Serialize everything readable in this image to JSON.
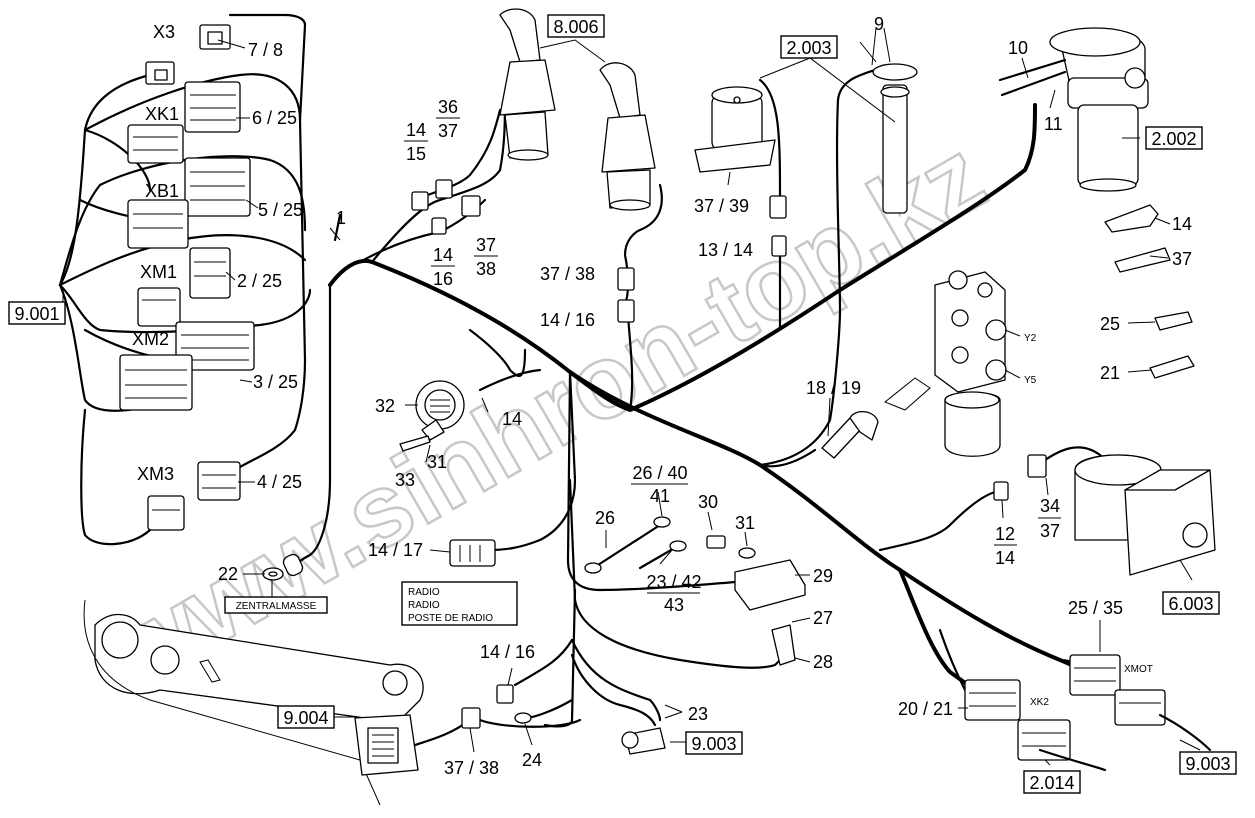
{
  "watermark": "www.sinhron-top.kz",
  "ref_boxes": {
    "r_9001": "9.001",
    "r_8006": "8.006",
    "r_2003": "2.003",
    "r_2002": "2.002",
    "r_6003": "6.003",
    "r_9004": "9.004",
    "r_9003a": "9.003",
    "r_9003b": "9.003",
    "r_2014": "2.014"
  },
  "labels": {
    "x3": "X3",
    "l78": "7 / 8",
    "xk1": "XK1",
    "l625": "6 / 25",
    "xb1": "XB1",
    "l525": "5 / 25",
    "xm1": "XM1",
    "l225": "2 / 25",
    "xm2": "XM2",
    "l325": "3 / 25",
    "xm3": "XM3",
    "l425": "4 / 25",
    "l22": "22",
    "zentralmasse": "ZENTRALMASSE",
    "l1": "1",
    "l14_15_top": "14",
    "l14_15_bot": "15",
    "l36_37_top": "36",
    "l36_37_bot": "37",
    "l14_16_top": "14",
    "l14_16_bot": "16",
    "l37_38_top": "37",
    "l37_38_bot": "38",
    "l32": "32",
    "l14c": "14",
    "l31a": "31",
    "l33": "33",
    "l1417": "14 / 17",
    "radio1": "RADIO",
    "radio2": "RADIO",
    "radio3": "POSTE DE RADIO",
    "l3738b": "37 / 38",
    "l1416b": "14 / 16",
    "l9": "9",
    "l3739": "37 / 39",
    "l1314": "13 / 14",
    "l10": "10",
    "l11": "11",
    "l14d": "14",
    "l37d": "37",
    "l25": "25",
    "l21": "21",
    "y2": "Y2",
    "y5": "Y5",
    "l1819": "18 / 19",
    "l2640_top": "26 / 40",
    "l2640_bot": "41",
    "l26": "26",
    "l2342_top": "23 / 42",
    "l2342_bot": "43",
    "l30": "30",
    "l31b": "31",
    "l29": "29",
    "l27": "27",
    "l28": "28",
    "l1214_top": "12",
    "l1214_bot": "14",
    "l3437_top": "34",
    "l3437_bot": "37",
    "l2535": "25 / 35",
    "xmot": "XMOT",
    "l2021": "20 / 21",
    "xk2": "XK2",
    "l1416c": "14 / 16",
    "l3738c": "37 / 38",
    "l24": "24",
    "l23": "23"
  }
}
